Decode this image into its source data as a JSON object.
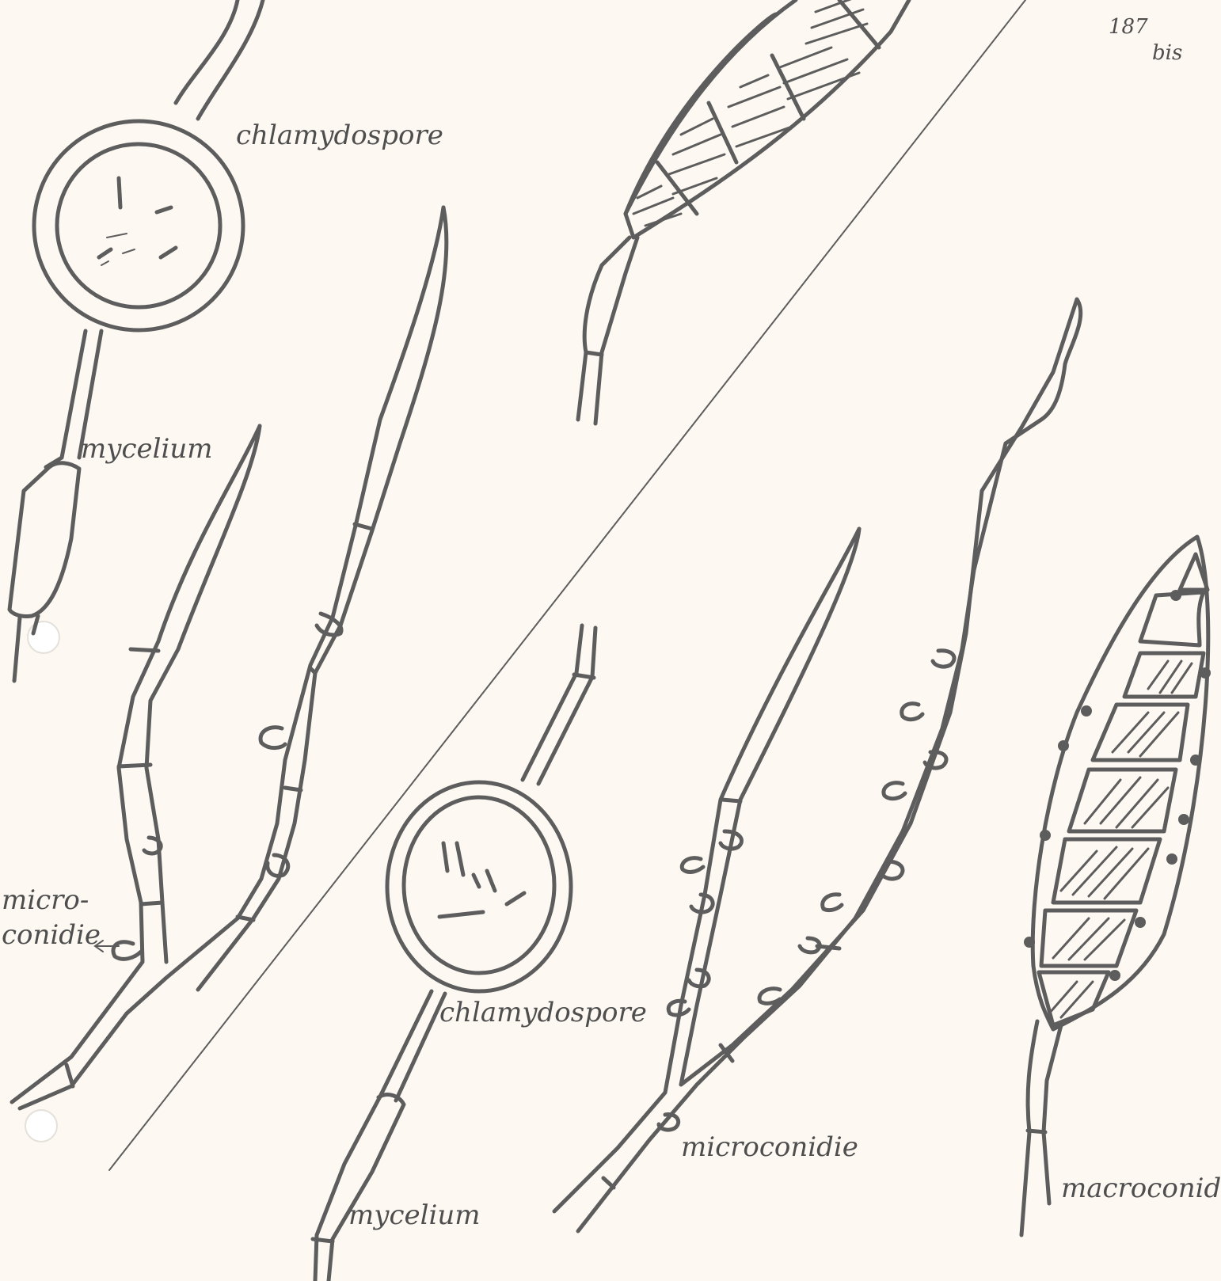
{
  "page_number": "187",
  "page_suffix": "bis",
  "labels": {
    "chlamydospore_top": "chlamydospore",
    "mycelium_top": "mycelium",
    "microconidie_left_a": "micro-",
    "microconidie_left_b": "conidie",
    "chlamydospore_bottom": "chlamydospore",
    "mycelium_bottom": "mycelium",
    "microconidie_bottom": "microconidie",
    "macroconidie": "macroconidie"
  },
  "colors": {
    "ink": "#5d5d5d",
    "paper": "#fdf8f2"
  }
}
